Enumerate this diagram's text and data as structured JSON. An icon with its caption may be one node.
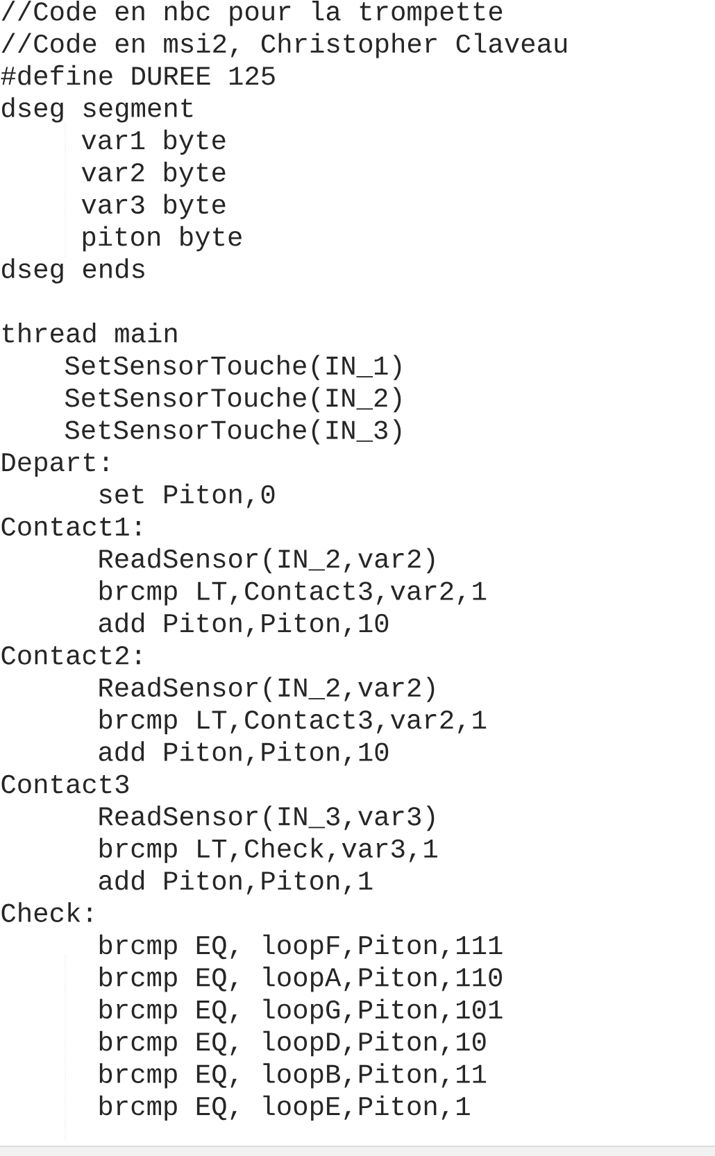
{
  "diagram": {
    "labels": [
      "//Code en nbc pour la trompette",
      "//Code en msi2, Christopher Claveau",
      "#define DUREE 125",
      "dseg segment",
      "var1 byte",
      "var2 byte",
      "var3 byte",
      "piton byte",
      "dseg ends",
      "thread main",
      "SetSensorTouche(IN_1)",
      "SetSensorTouche(IN_2)",
      "SetSensorTouche(IN_3)",
      "Depart:",
      "set Piton,0",
      "Contact1:",
      "ReadSensor(IN_2,var2)",
      "brcmp LT,Contact3,var2,1",
      "add Piton,Piton,10",
      "Contact2:",
      "ReadSensor(IN_2,var2)",
      "brcmp LT,Contact3,var2,1",
      "add Piton,Piton,10",
      "Contact3",
      "ReadSensor(IN_3,var3)",
      "brcmp LT,Check,var3,1",
      "add Piton,Piton,1",
      "Check:",
      "brcmp EQ, loopF,Piton,111",
      "brcmp EQ, loopA,Piton,110",
      "brcmp EQ, loopG,Piton,101",
      "brcmp EQ, loopD,Piton,10",
      "brcmp EQ, loopB,Piton,11",
      "brcmp EQ, loopE,Piton,1"
    ]
  }
}
